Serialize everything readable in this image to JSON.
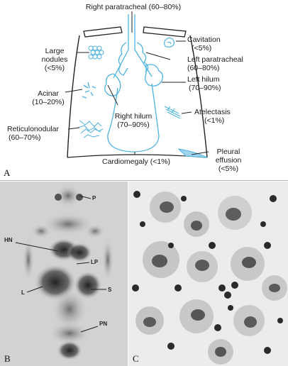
{
  "panel_a": {
    "letter": "A",
    "labels": {
      "right_paratracheal": "Right paratracheal (60–80%)",
      "cavitation": "Cavitation",
      "cavitation_pct": "(<5%)",
      "large_nodules": "Large",
      "large_nodules_2": "nodules",
      "large_nodules_pct": "(<5%)",
      "left_paratracheal": "Left paratracheal",
      "left_paratracheal_pct": "(60–80%)",
      "left_hilum": "Left hilum",
      "left_hilum_pct": "(70–90%)",
      "acinar": "Acinar",
      "acinar_pct": "(10–20%)",
      "atelectasis": "Atelectasis",
      "atelectasis_pct": "(<1%)",
      "right_hilum": "Right hilum",
      "right_hilum_pct": "(70–90%)",
      "reticulonodular": "Reticulonodular",
      "reticulonodular_pct": "(60–70%)",
      "cardiomegaly": "Cardiomegaly  (<1%)",
      "pleural": "Pleural",
      "pleural_2": "effusion",
      "pleural_pct": "(<5%)"
    },
    "accent_color": "#4fb3e0"
  },
  "panel_b": {
    "letter": "B",
    "labels": {
      "p": "P",
      "hn": "HN",
      "lp": "LP",
      "l": "L",
      "s": "S",
      "pn": "PN"
    }
  },
  "panel_c": {
    "letter": "C"
  }
}
